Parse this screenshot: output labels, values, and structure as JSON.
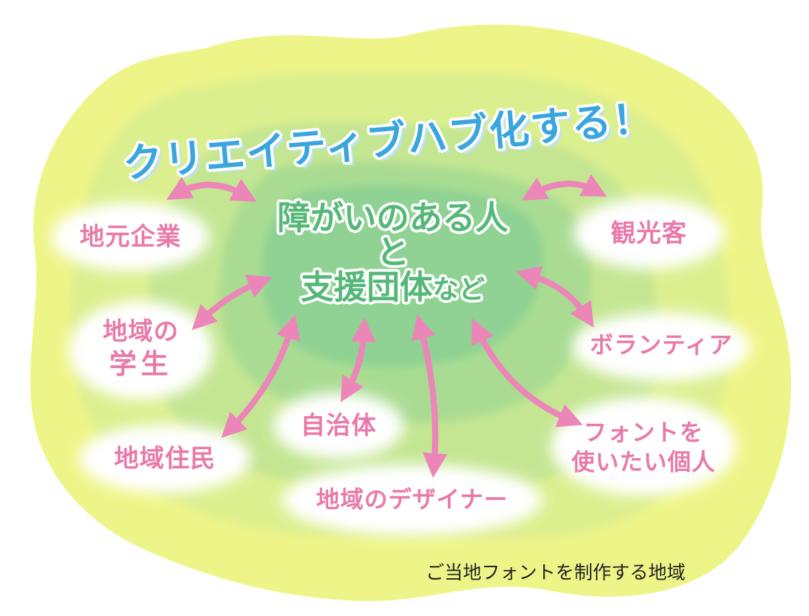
{
  "title": "クリエイティブハブ化する！",
  "center": {
    "line1": "障がいのある人",
    "line2": "と",
    "line3_main": "支援団体",
    "line3_suffix": "など"
  },
  "stakeholders": {
    "local_companies": "地元企業",
    "tourists": "観光客",
    "local_students_line1": "地域の",
    "local_students_line2": "学生",
    "volunteers": "ボランティア",
    "municipality": "自治体",
    "local_residents": "地域住民",
    "local_designers": "地域のデザイナー",
    "font_users_line1": "フォントを",
    "font_users_line2": "使いたい個人"
  },
  "caption": "ご当地フォントを制作する地域",
  "colors": {
    "outer_blob": "#eef588",
    "ring2": "#dcef8e",
    "ring3": "#c4e692",
    "ring4": "#a9dc92",
    "core": "#8fd293",
    "arrow": "#ec86b9",
    "label": "#e879a8",
    "title": "#3aa5de",
    "center_text": "#56b878"
  }
}
